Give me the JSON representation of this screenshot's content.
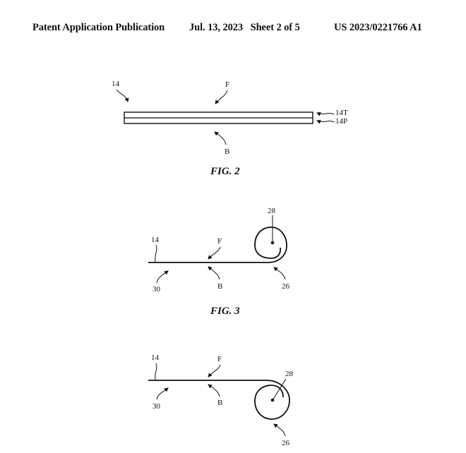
{
  "header": {
    "publication": "Patent Application Publication",
    "date_sheet": "Jul. 13, 2023   Sheet 2 of 5",
    "number": "US 2023/0221766 A1"
  },
  "figures": [
    {
      "caption": "FIG. 2",
      "labels": {
        "object": "14",
        "front": "F",
        "back": "B",
        "top_layer": "14T",
        "bottom_layer": "14P"
      }
    },
    {
      "caption": "FIG. 3",
      "labels": {
        "object": "14",
        "front": "F",
        "back": "B",
        "roll_center": "28",
        "roll": "26",
        "flat_portion": "30"
      }
    },
    {
      "caption": "",
      "labels": {
        "object": "14",
        "front": "F",
        "back": "B",
        "roll_center": "28",
        "roll": "26",
        "flat_portion": "30"
      }
    }
  ]
}
